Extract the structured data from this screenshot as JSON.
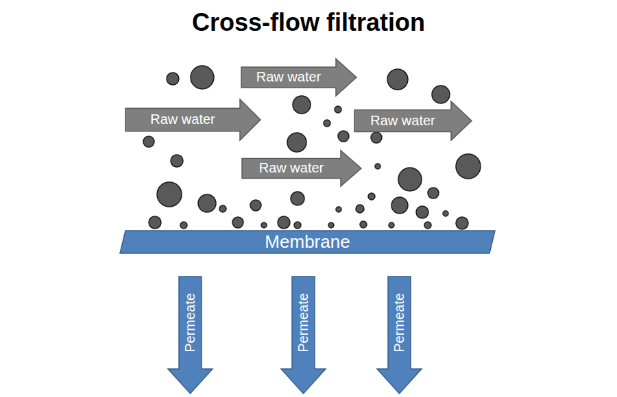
{
  "diagram": {
    "title": "Cross-flow filtration",
    "nodes": [
      {
        "text": [
          "Raw water"
        ]
      },
      {
        "text": [
          "Raw water"
        ]
      },
      {
        "text": [
          "Raw water"
        ]
      },
      {
        "text": [
          "Raw water"
        ]
      },
      {
        "text": [
          "Membrane"
        ]
      },
      {
        "text": [
          "Permeate"
        ]
      },
      {
        "text": [
          "Permeate"
        ]
      },
      {
        "text": [
          "Permeate"
        ]
      }
    ]
  }
}
